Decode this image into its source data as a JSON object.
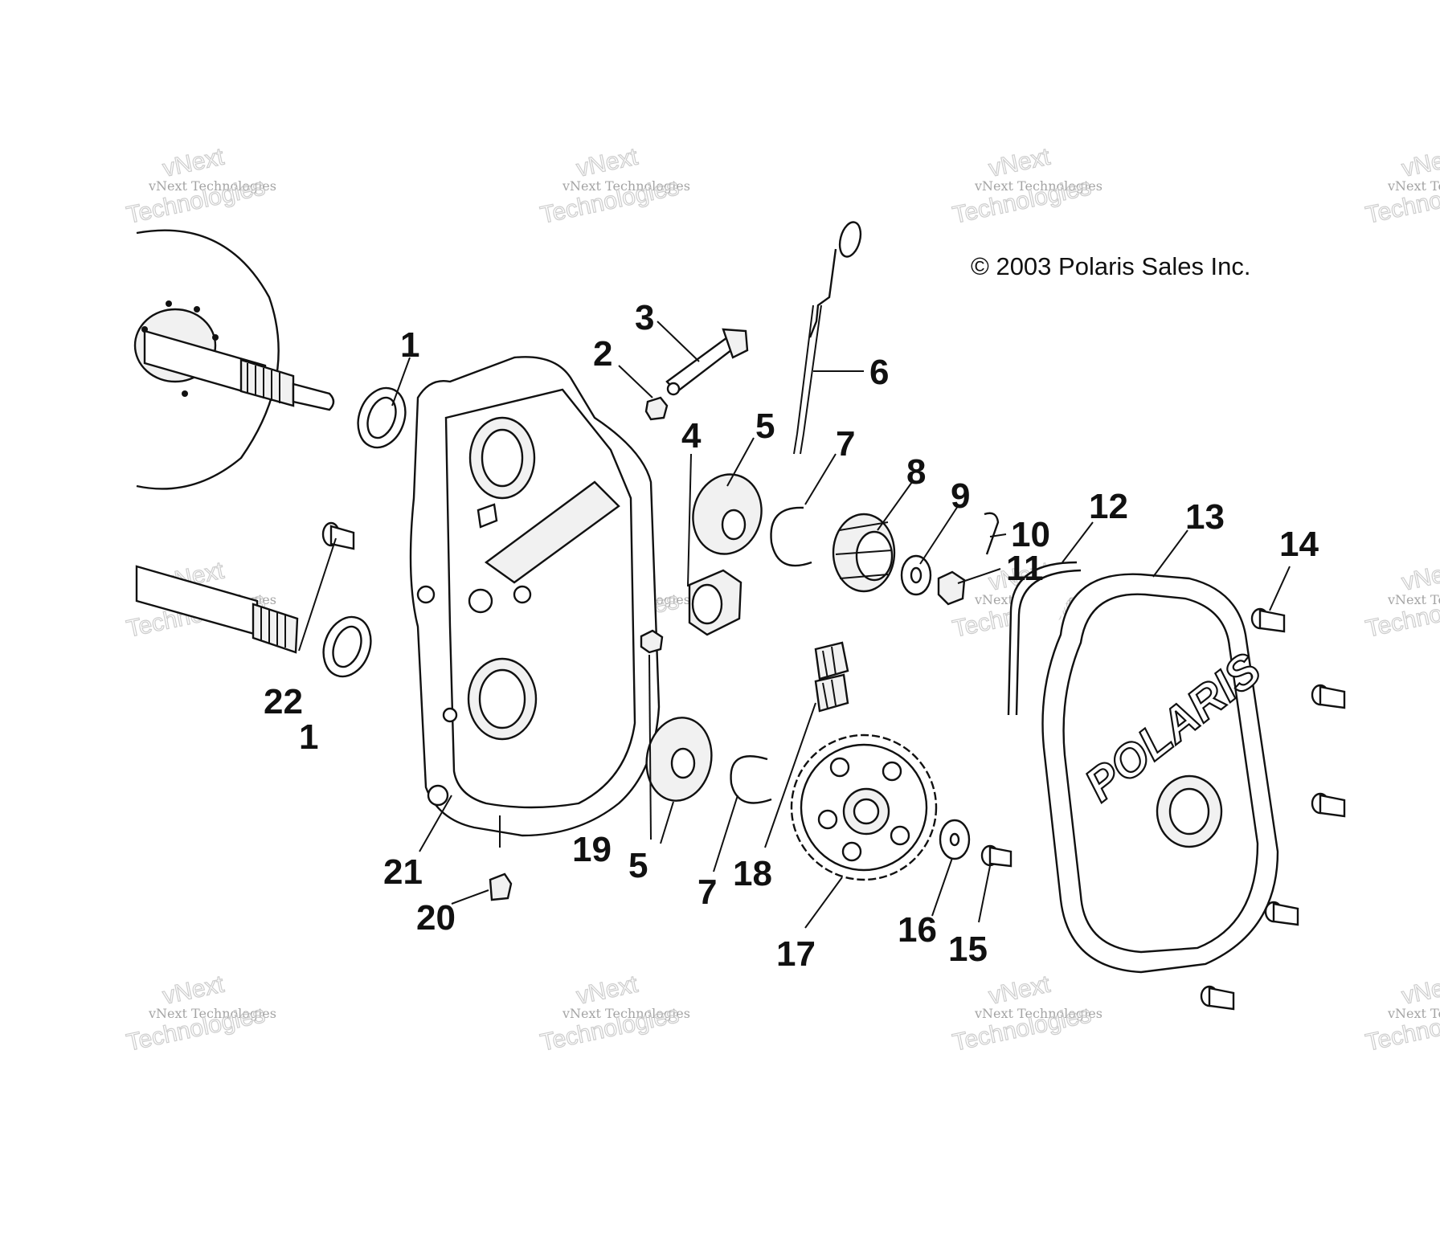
{
  "diagram": {
    "copyright": "© 2003 Polaris Sales Inc.",
    "logo_text": "POLARIS",
    "callouts": [
      {
        "id": "c1a",
        "label": "1"
      },
      {
        "id": "c2",
        "label": "2"
      },
      {
        "id": "c3",
        "label": "3"
      },
      {
        "id": "c4",
        "label": "4"
      },
      {
        "id": "c5a",
        "label": "5"
      },
      {
        "id": "c6",
        "label": "6"
      },
      {
        "id": "c7a",
        "label": "7"
      },
      {
        "id": "c8",
        "label": "8"
      },
      {
        "id": "c9",
        "label": "9"
      },
      {
        "id": "c10",
        "label": "10"
      },
      {
        "id": "c11",
        "label": "11"
      },
      {
        "id": "c12",
        "label": "12"
      },
      {
        "id": "c13",
        "label": "13"
      },
      {
        "id": "c14",
        "label": "14"
      },
      {
        "id": "c22",
        "label": "22"
      },
      {
        "id": "c1b",
        "label": "1"
      },
      {
        "id": "c19",
        "label": "19"
      },
      {
        "id": "c5b",
        "label": "5"
      },
      {
        "id": "c7b",
        "label": "7"
      },
      {
        "id": "c18",
        "label": "18"
      },
      {
        "id": "c21",
        "label": "21"
      },
      {
        "id": "c20",
        "label": "20"
      },
      {
        "id": "c17",
        "label": "17"
      },
      {
        "id": "c16",
        "label": "16"
      },
      {
        "id": "c15",
        "label": "15"
      }
    ],
    "watermark": {
      "line_small": "vNext Technologies",
      "line_big_top": "vNext",
      "line_big_bottom": "Technologies"
    }
  }
}
